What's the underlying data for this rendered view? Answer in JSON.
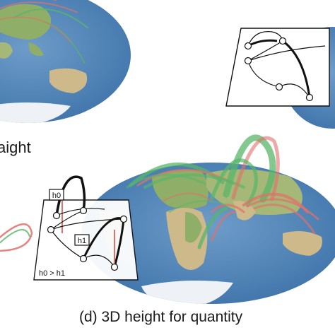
{
  "captions": {
    "top_partial": "aight",
    "bottom": "(d) 3D height for quantity"
  },
  "schematic": {
    "label_h0": "h0",
    "label_h1": "h1",
    "label_relation": "h0 > h1"
  },
  "colors": {
    "ocean": "#4a7fb3",
    "ocean_light": "#6e9cc9",
    "land": "#8fae67",
    "desert": "#cdb98a",
    "ice": "#eef2f6",
    "flow_green": "#58b56a",
    "flow_red": "#e0706a",
    "ink": "#111111"
  }
}
